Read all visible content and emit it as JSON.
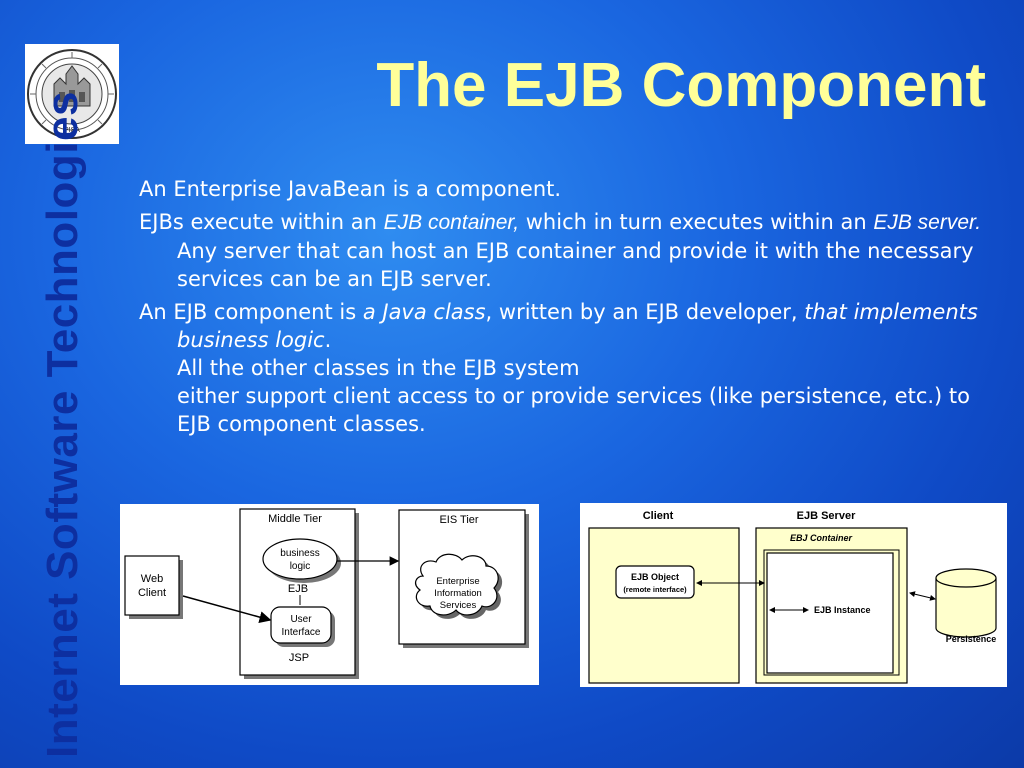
{
  "slide": {
    "title": "The EJB Component",
    "side_title": "Internet Software Technologies",
    "logo_caption": "PISA",
    "paragraphs": {
      "p1": {
        "text": "An Enterprise JavaBean is a component."
      },
      "p2": {
        "a": "EJBs execute within an ",
        "b": "EJB container,",
        "c": " which in turn executes within an ",
        "d": "EJB server.",
        "e": " Any server that can host an EJB container and provide it with the necessary services can be an EJB server."
      },
      "p3": {
        "a": "An EJB component is ",
        "b": "a Java class",
        "c": ", written by an EJB developer, ",
        "d": "that implements business logic",
        "e": ".",
        "line2": "All the other classes in the EJB system",
        "line3": "either support client access to or provide services (like persistence, etc.) to EJB component classes."
      }
    }
  },
  "figure1": {
    "web_client": [
      "Web",
      "Client"
    ],
    "middle_tier": "Middle Tier",
    "business_logic": [
      "business",
      "logic"
    ],
    "ejb": "EJB",
    "user_interface": [
      "User",
      "Interface"
    ],
    "jsp": "JSP",
    "eis_tier": "EIS Tier",
    "eis_services": [
      "Enterprise",
      "Information",
      "Services"
    ]
  },
  "figure2": {
    "client": "Client",
    "ejb_server": "EJB Server",
    "ejb_container": "EBJ Container",
    "ejb_object": "EJB Object",
    "remote_interface": "(remote interface)",
    "ejb_instance": "EJB Instance",
    "persistence": "Persistence"
  }
}
